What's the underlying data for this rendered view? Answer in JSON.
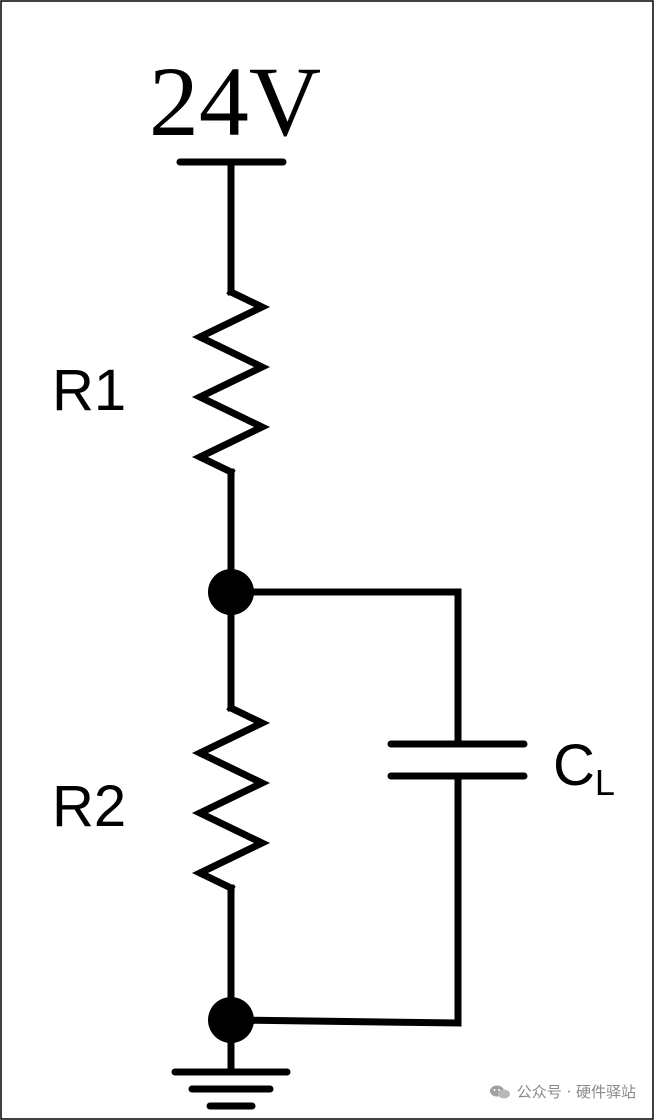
{
  "supply": {
    "label": "24V"
  },
  "resistors": [
    {
      "label": "R1"
    },
    {
      "label": "R2"
    }
  ],
  "capacitor": {
    "label": "C",
    "subscript": "L"
  },
  "watermark": {
    "text": "公众号 · 硬件驿站"
  },
  "colors": {
    "ink": "#000000",
    "background": "#ffffff",
    "watermark": "#8a8a8a"
  }
}
